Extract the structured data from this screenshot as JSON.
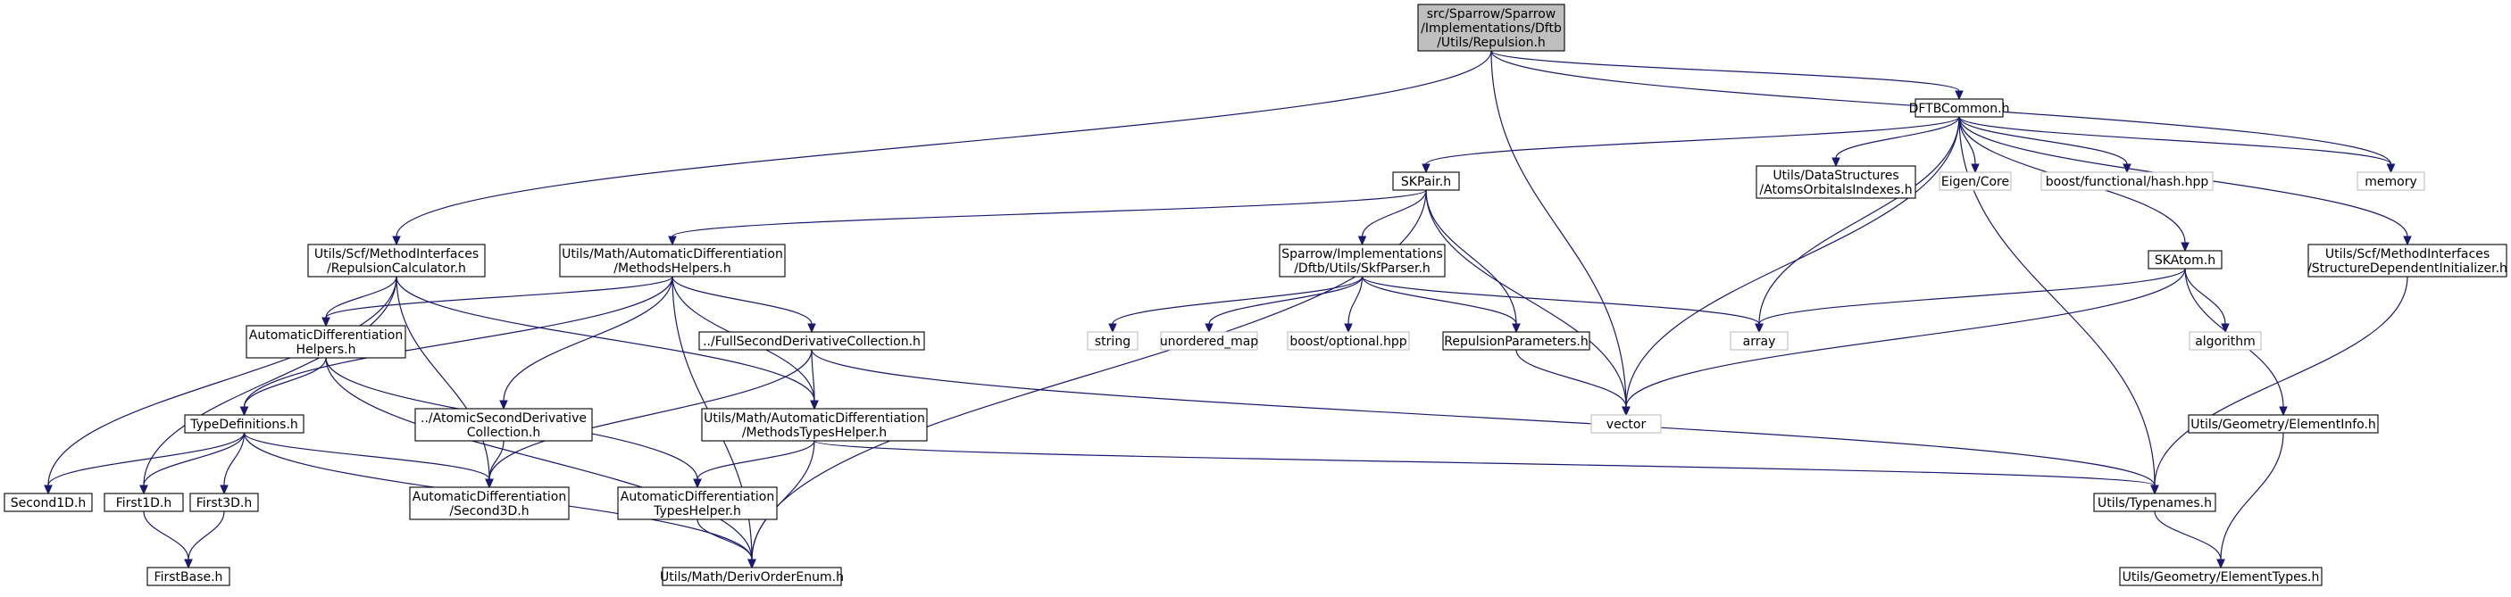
{
  "nodes": [
    {
      "id": "root",
      "lines": [
        "src/Sparrow/Sparrow",
        "/Implementations/Dftb",
        "/Utils/Repulsion.h"
      ],
      "kind": "root"
    },
    {
      "id": "dftbcommon",
      "lines": [
        "DFTBCommon.h"
      ],
      "kind": "file"
    },
    {
      "id": "memory",
      "lines": [
        "memory"
      ],
      "kind": "ext"
    },
    {
      "id": "skpair",
      "lines": [
        "SKPair.h"
      ],
      "kind": "file"
    },
    {
      "id": "atomsorb",
      "lines": [
        "Utils/DataStructures",
        "/AtomsOrbitalsIndexes.h"
      ],
      "kind": "file"
    },
    {
      "id": "eigen",
      "lines": [
        "Eigen/Core"
      ],
      "kind": "ext"
    },
    {
      "id": "hash",
      "lines": [
        "boost/functional/hash.hpp"
      ],
      "kind": "ext"
    },
    {
      "id": "repcalc",
      "lines": [
        "Utils/Scf/MethodInterfaces",
        "/RepulsionCalculator.h"
      ],
      "kind": "file"
    },
    {
      "id": "methhelp",
      "lines": [
        "Utils/Math/AutomaticDifferentiation",
        "/MethodsHelpers.h"
      ],
      "kind": "file"
    },
    {
      "id": "skfparser",
      "lines": [
        "Sparrow/Implementations",
        "/Dftb/Utils/SkfParser.h"
      ],
      "kind": "file"
    },
    {
      "id": "skatom",
      "lines": [
        "SKAtom.h"
      ],
      "kind": "file"
    },
    {
      "id": "sdi",
      "lines": [
        "Utils/Scf/MethodInterfaces",
        "/StructureDependentInitializer.h"
      ],
      "kind": "file"
    },
    {
      "id": "adhelpers",
      "lines": [
        "AutomaticDifferentiation",
        "Helpers.h"
      ],
      "kind": "file"
    },
    {
      "id": "fullsecond",
      "lines": [
        "../FullSecondDerivativeCollection.h"
      ],
      "kind": "file"
    },
    {
      "id": "string",
      "lines": [
        "string"
      ],
      "kind": "ext"
    },
    {
      "id": "umap",
      "lines": [
        "unordered_map"
      ],
      "kind": "ext"
    },
    {
      "id": "optional",
      "lines": [
        "boost/optional.hpp"
      ],
      "kind": "ext"
    },
    {
      "id": "repparams",
      "lines": [
        "RepulsionParameters.h"
      ],
      "kind": "file"
    },
    {
      "id": "array",
      "lines": [
        "array"
      ],
      "kind": "ext"
    },
    {
      "id": "algorithm",
      "lines": [
        "algorithm"
      ],
      "kind": "ext"
    },
    {
      "id": "typedefs",
      "lines": [
        "TypeDefinitions.h"
      ],
      "kind": "file"
    },
    {
      "id": "atomicsecond",
      "lines": [
        "../AtomicSecondDerivative",
        "Collection.h"
      ],
      "kind": "file"
    },
    {
      "id": "mthelper",
      "lines": [
        "Utils/Math/AutomaticDifferentiation",
        "/MethodsTypesHelper.h"
      ],
      "kind": "file"
    },
    {
      "id": "vector",
      "lines": [
        "vector"
      ],
      "kind": "ext"
    },
    {
      "id": "eleminfo",
      "lines": [
        "Utils/Geometry/ElementInfo.h"
      ],
      "kind": "file"
    },
    {
      "id": "second1d",
      "lines": [
        "Second1D.h"
      ],
      "kind": "file"
    },
    {
      "id": "first1d",
      "lines": [
        "First1D.h"
      ],
      "kind": "file"
    },
    {
      "id": "first3d",
      "lines": [
        "First3D.h"
      ],
      "kind": "file"
    },
    {
      "id": "second3d",
      "lines": [
        "AutomaticDifferentiation",
        "/Second3D.h"
      ],
      "kind": "file"
    },
    {
      "id": "adtypes",
      "lines": [
        "AutomaticDifferentiation",
        "TypesHelper.h"
      ],
      "kind": "file"
    },
    {
      "id": "typenames",
      "lines": [
        "Utils/Typenames.h"
      ],
      "kind": "file"
    },
    {
      "id": "firstbase",
      "lines": [
        "FirstBase.h"
      ],
      "kind": "file"
    },
    {
      "id": "derivorder",
      "lines": [
        "Utils/Math/DerivOrderEnum.h"
      ],
      "kind": "file"
    },
    {
      "id": "elemtypes",
      "lines": [
        "Utils/Geometry/ElementTypes.h"
      ],
      "kind": "file"
    }
  ],
  "edges": [
    [
      "root",
      "dftbcommon"
    ],
    [
      "root",
      "memory"
    ],
    [
      "root",
      "repcalc"
    ],
    [
      "root",
      "vector"
    ],
    [
      "dftbcommon",
      "skpair"
    ],
    [
      "dftbcommon",
      "atomsorb"
    ],
    [
      "dftbcommon",
      "eigen"
    ],
    [
      "dftbcommon",
      "hash"
    ],
    [
      "dftbcommon",
      "memory"
    ],
    [
      "dftbcommon",
      "skatom"
    ],
    [
      "dftbcommon",
      "sdi"
    ],
    [
      "dftbcommon",
      "array"
    ],
    [
      "dftbcommon",
      "vector"
    ],
    [
      "dftbcommon",
      "typenames"
    ],
    [
      "skpair",
      "methhelp"
    ],
    [
      "skpair",
      "skfparser"
    ],
    [
      "skpair",
      "repparams"
    ],
    [
      "skpair",
      "vector"
    ],
    [
      "skpair",
      "derivorder"
    ],
    [
      "repcalc",
      "adhelpers"
    ],
    [
      "repcalc",
      "mthelper"
    ],
    [
      "repcalc",
      "second1d"
    ],
    [
      "repcalc",
      "first1d"
    ],
    [
      "repcalc",
      "second3d"
    ],
    [
      "methhelp",
      "adhelpers"
    ],
    [
      "methhelp",
      "fullsecond"
    ],
    [
      "methhelp",
      "atomicsecond"
    ],
    [
      "methhelp",
      "mthelper"
    ],
    [
      "methhelp",
      "typedefs"
    ],
    [
      "methhelp",
      "derivorder"
    ],
    [
      "skfparser",
      "string"
    ],
    [
      "skfparser",
      "umap"
    ],
    [
      "skfparser",
      "optional"
    ],
    [
      "skfparser",
      "repparams"
    ],
    [
      "skfparser",
      "array"
    ],
    [
      "skatom",
      "array"
    ],
    [
      "skatom",
      "algorithm"
    ],
    [
      "skatom",
      "eleminfo"
    ],
    [
      "skatom",
      "vector"
    ],
    [
      "sdi",
      "typenames"
    ],
    [
      "adhelpers",
      "typedefs"
    ],
    [
      "adhelpers",
      "adtypes"
    ],
    [
      "adhelpers",
      "derivorder"
    ],
    [
      "fullsecond",
      "mthelper"
    ],
    [
      "fullsecond",
      "second3d"
    ],
    [
      "fullsecond",
      "typenames"
    ],
    [
      "repparams",
      "vector"
    ],
    [
      "typedefs",
      "second1d"
    ],
    [
      "typedefs",
      "first1d"
    ],
    [
      "typedefs",
      "first3d"
    ],
    [
      "typedefs",
      "second3d"
    ],
    [
      "typedefs",
      "derivorder"
    ],
    [
      "atomicsecond",
      "second3d"
    ],
    [
      "mthelper",
      "adtypes"
    ],
    [
      "mthelper",
      "derivorder"
    ],
    [
      "mthelper",
      "typenames"
    ],
    [
      "eleminfo",
      "elemtypes"
    ],
    [
      "first1d",
      "firstbase"
    ],
    [
      "first3d",
      "firstbase"
    ],
    [
      "adtypes",
      "derivorder"
    ],
    [
      "typenames",
      "elemtypes"
    ]
  ]
}
